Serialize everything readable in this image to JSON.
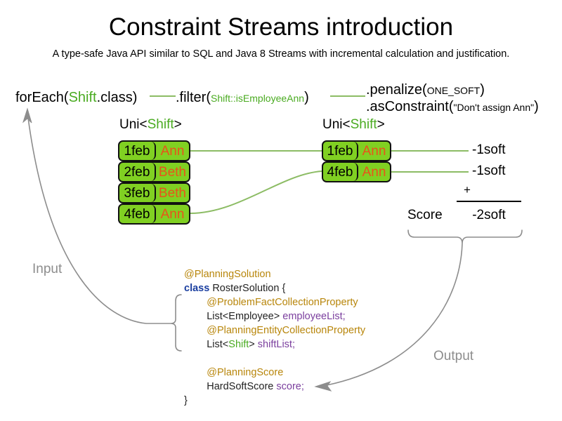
{
  "header": {
    "title": "Constraint Streams introduction",
    "subtitle": "A type-safe Java API similar to SQL and Java 8 Streams with incremental calculation and justification."
  },
  "pipeline": {
    "foreach": {
      "call": "forEach(",
      "arg_type": "Shift",
      "arg_rest": ".class)"
    },
    "filter": {
      "call": ".filter(",
      "arg_ref": "Shift::isEmployeeAnn",
      "close": ")"
    },
    "penalize": {
      "call": ".penalize(",
      "arg": "ONE_SOFT",
      "close": ")"
    },
    "as_constraint": {
      "call": ".asConstraint(",
      "arg": "\"Don't assign Ann\"",
      "close": ")"
    }
  },
  "streams": {
    "left": {
      "caption_pre": "Uni<",
      "caption_type": "Shift",
      "caption_post": ">",
      "tuples": [
        {
          "date": "1feb",
          "name": "Ann"
        },
        {
          "date": "2feb",
          "name": "Beth"
        },
        {
          "date": "3feb",
          "name": "Beth"
        },
        {
          "date": "4feb",
          "name": "Ann"
        }
      ]
    },
    "right": {
      "caption_pre": "Uni<",
      "caption_type": "Shift",
      "caption_post": ">",
      "tuples": [
        {
          "date": "1feb",
          "name": "Ann",
          "score": "-1soft"
        },
        {
          "date": "4feb",
          "name": "Ann",
          "score": "-1soft"
        }
      ]
    }
  },
  "score": {
    "label": "Score",
    "operator": "+",
    "total": "-2soft"
  },
  "code": {
    "lines": [
      {
        "indent": 1,
        "parts": [
          {
            "t": "@PlanningSolution",
            "c": "ann"
          }
        ]
      },
      {
        "indent": 1,
        "parts": [
          {
            "t": "class",
            "c": "kw"
          },
          {
            "t": " RosterSolution {",
            "c": "typ"
          }
        ]
      },
      {
        "indent": 2,
        "parts": [
          {
            "t": "@ProblemFactCollectionProperty",
            "c": "ann"
          }
        ]
      },
      {
        "indent": 2,
        "parts": [
          {
            "t": "List<Employee> ",
            "c": "typ"
          },
          {
            "t": "employeeList;",
            "c": "fld"
          }
        ]
      },
      {
        "indent": 2,
        "parts": [
          {
            "t": "@PlanningEntityCollectionProperty",
            "c": "ann"
          }
        ]
      },
      {
        "indent": 2,
        "parts": [
          {
            "t": "List<",
            "c": "typ"
          },
          {
            "t": "Shift",
            "c": "shift"
          },
          {
            "t": "> ",
            "c": "typ"
          },
          {
            "t": "shiftList;",
            "c": "fld"
          }
        ]
      },
      {
        "indent": 0,
        "parts": []
      },
      {
        "indent": 2,
        "parts": [
          {
            "t": "@PlanningScore",
            "c": "ann"
          }
        ]
      },
      {
        "indent": 2,
        "parts": [
          {
            "t": "HardSoftScore ",
            "c": "typ"
          },
          {
            "t": "score;",
            "c": "fld"
          }
        ]
      },
      {
        "indent": 1,
        "parts": [
          {
            "t": "}",
            "c": "typ"
          }
        ]
      }
    ]
  },
  "annotations": {
    "input": "Input",
    "output": "Output"
  },
  "colors": {
    "tuple_fill": "#80d022",
    "tuple_border": "#111111",
    "name_text": "#e8541b",
    "link_green": "#8cbc64",
    "type_green": "#4aab21",
    "annotation_gold": "#b8860b",
    "keyword_blue": "#1b3fa0",
    "field_purple": "#7b3f9e",
    "grey_label": "#8d8d8d"
  }
}
